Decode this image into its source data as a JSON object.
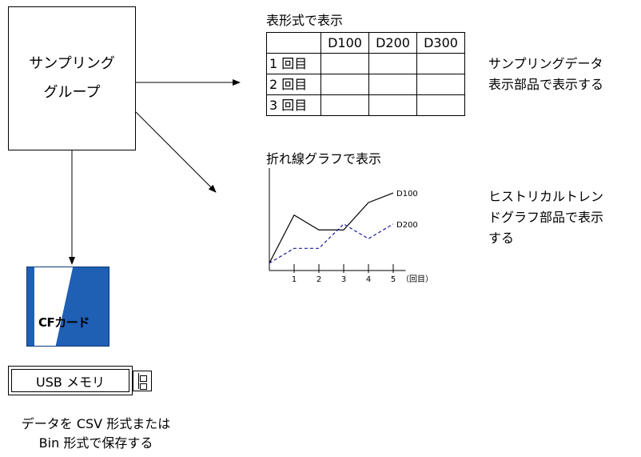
{
  "group_box": {
    "line1": "サンプリング",
    "line2": "グループ"
  },
  "table": {
    "title": "表形式で表示",
    "headers": [
      "",
      "D100",
      "D200",
      "D300"
    ],
    "rows": [
      "1 回目",
      "2 回目",
      "3 回目"
    ]
  },
  "table_caption": {
    "line1": "サンプリングデータ",
    "line2": "表示部品で表示する"
  },
  "chart": {
    "title": "折れ線グラフで表示"
  },
  "chart_caption": {
    "line1": "ヒストリカルトレン",
    "line2": "ドグラフ部品で表示",
    "line3": "する"
  },
  "chart_data": {
    "type": "line",
    "x": [
      0,
      1,
      2,
      3,
      4,
      5
    ],
    "x_tick_labels": [
      "1",
      "2",
      "3",
      "4",
      "5"
    ],
    "x_unit_label": "（回目）",
    "series": [
      {
        "name": "D100",
        "values": [
          0.1,
          0.75,
          0.55,
          0.55,
          0.92,
          1.05
        ],
        "color": "#000000",
        "style": "solid"
      },
      {
        "name": "D200",
        "values": [
          0.1,
          0.3,
          0.3,
          0.63,
          0.43,
          0.63
        ],
        "color": "#1a1a9e",
        "style": "dashed"
      }
    ],
    "ylim": [
      0,
      1.3
    ],
    "xlim": [
      0,
      5.5
    ]
  },
  "cf_card": {
    "label": "CFカード"
  },
  "usb": {
    "label": "USB メモリ"
  },
  "bottom_text": {
    "line1": "データを CSV 形式または",
    "line2": "Bin 形式で保存する"
  },
  "colors": {
    "card_blue": "#1f5fb4",
    "series_d200": "#1a1a9e"
  }
}
